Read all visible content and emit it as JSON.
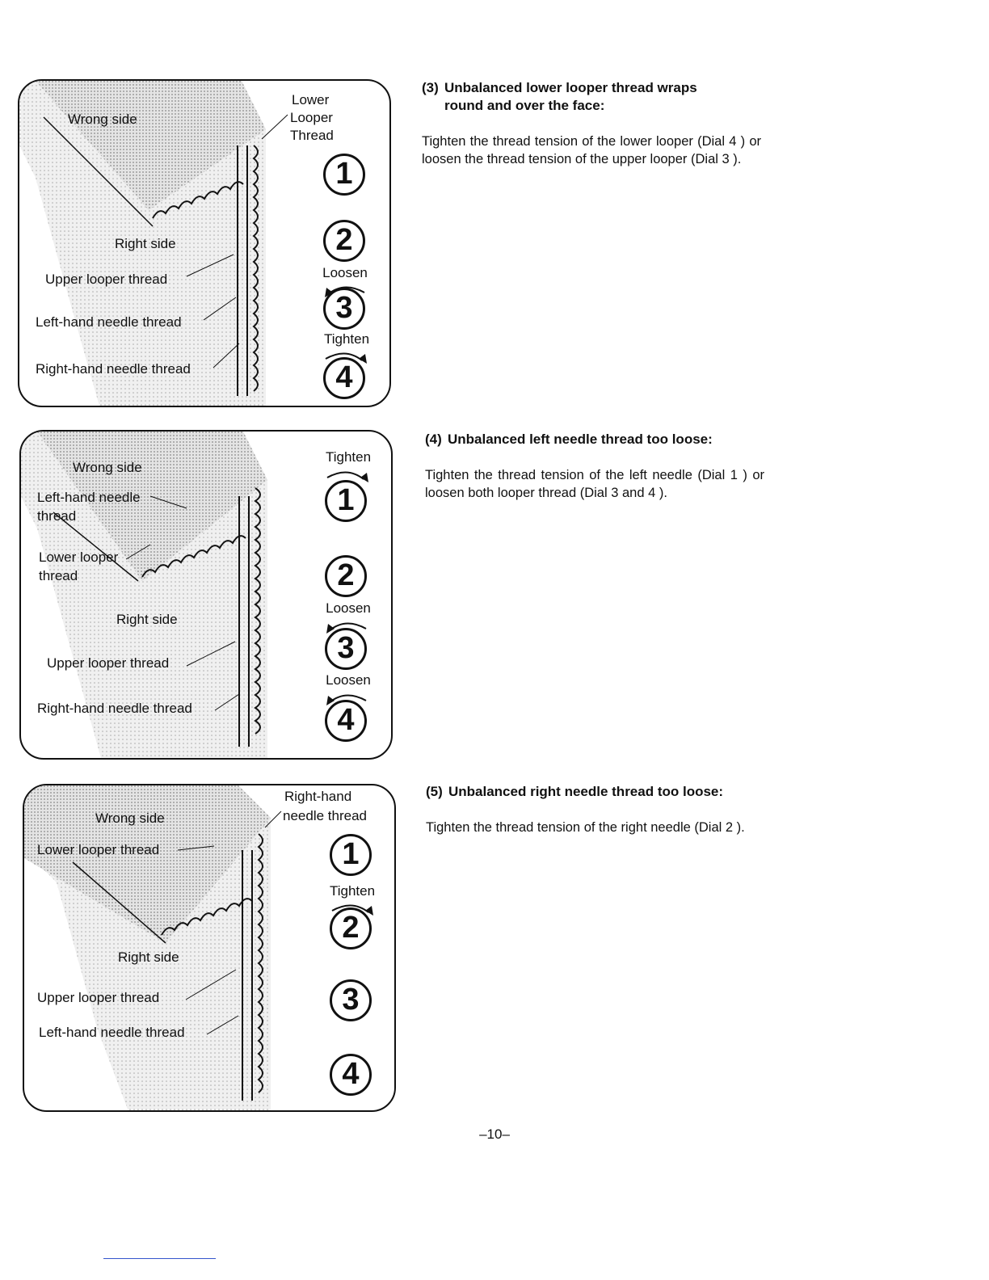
{
  "page_number": "–10–",
  "panels": [
    {
      "labels": {
        "wrong_side": "Wrong side",
        "lower_looper": "Lower",
        "lower_looper2": "Looper",
        "lower_looper3": "Thread",
        "right_side": "Right side",
        "upper_looper": "Upper looper thread",
        "left_needle": "Left-hand needle thread",
        "right_needle": "Right-hand needle thread"
      },
      "dials": [
        {
          "number": "1",
          "action": ""
        },
        {
          "number": "2",
          "action": ""
        },
        {
          "number": "3",
          "action": "Loosen"
        },
        {
          "number": "4",
          "action": "Tighten"
        }
      ]
    },
    {
      "labels": {
        "wrong_side": "Wrong side",
        "left_needle": "Left-hand needle",
        "left_needle2": "thread",
        "lower_looper": "Lower looper",
        "lower_looper2": "thread",
        "right_side": "Right side",
        "upper_looper": "Upper looper thread",
        "right_needle": "Right-hand needle thread"
      },
      "dials": [
        {
          "number": "1",
          "action": "Tighten"
        },
        {
          "number": "2",
          "action": ""
        },
        {
          "number": "3",
          "action": "Loosen"
        },
        {
          "number": "4",
          "action": "Loosen"
        }
      ]
    },
    {
      "labels": {
        "right_needle": "Right-hand",
        "right_needle2": "needle thread",
        "wrong_side": "Wrong side",
        "lower_looper": "Lower looper thread",
        "right_side": "Right side",
        "upper_looper": "Upper looper thread",
        "left_needle": "Left-hand needle thread"
      },
      "dials": [
        {
          "number": "1",
          "action": ""
        },
        {
          "number": "2",
          "action": "Tighten"
        },
        {
          "number": "3",
          "action": ""
        },
        {
          "number": "4",
          "action": ""
        }
      ]
    }
  ],
  "sections": [
    {
      "number": "(3)",
      "heading_line1": "Unbalanced lower looper thread wraps",
      "heading_line2": "round and over the face:",
      "body": "Tighten the thread tension of the lower looper (Dial 4 ) or loosen the thread tension of the upper looper (Dial 3 )."
    },
    {
      "number": "(4)",
      "heading_line1": "Unbalanced left needle thread too loose:",
      "body": "Tighten the thread tension of the left needle (Dial 1 ) or loosen both looper thread (Dial 3 and 4 )."
    },
    {
      "number": "(5)",
      "heading_line1": "Unbalanced right needle thread too loose:",
      "body": "Tighten the thread tension of the right needle (Dial 2 )."
    }
  ]
}
